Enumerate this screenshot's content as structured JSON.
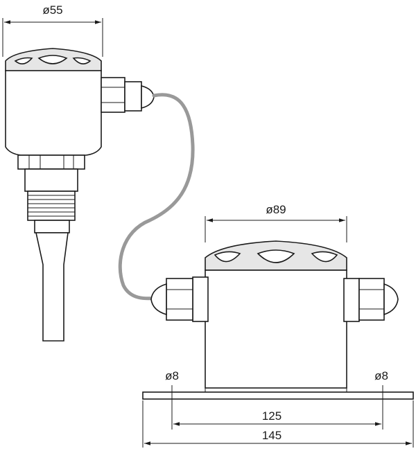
{
  "dimensions": {
    "top_diameter": "ø55",
    "junction_diameter": "ø89",
    "hole_left": "ø8",
    "hole_right": "ø8",
    "hole_spacing": "125",
    "base_width": "145"
  },
  "colors": {
    "line": "#1a1a1a",
    "cable": "#999999",
    "cap_fill": "#e6e6e6"
  }
}
